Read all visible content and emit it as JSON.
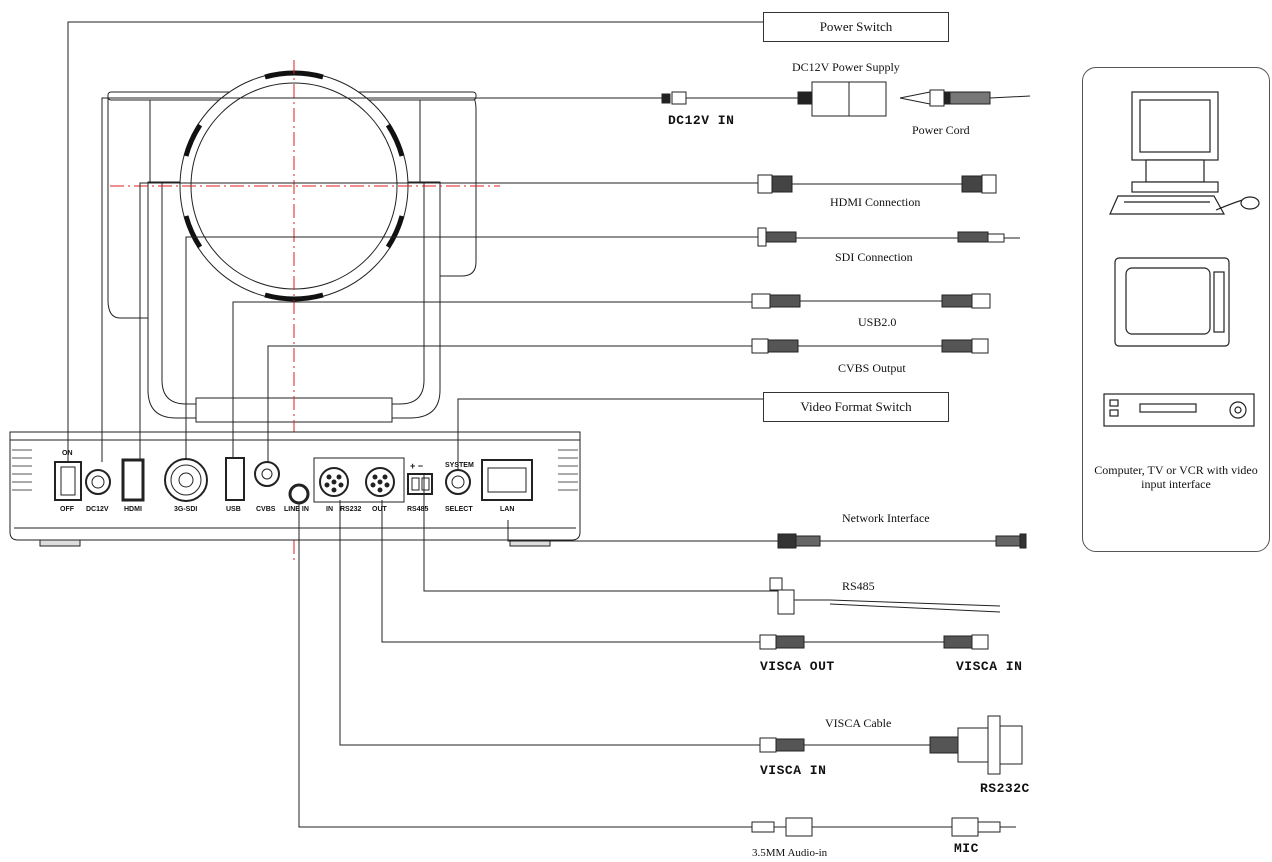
{
  "labels": {
    "power_switch": "Power Switch",
    "dc12v_supply": "DC12V Power Supply",
    "dc12v_in": "DC12V IN",
    "power_cord": "Power Cord",
    "hdmi_connection": "HDMI Connection",
    "sdi_connection": "SDI Connection",
    "usb": "USB2.0",
    "cvbs_output": "CVBS Output",
    "video_format_switch": "Video Format Switch",
    "network_interface": "Network Interface",
    "rs485": "RS485",
    "visca_out": "VISCA OUT",
    "visca_in_1": "VISCA IN",
    "visca_cable": "VISCA Cable",
    "visca_in_2": "VISCA IN",
    "rs232c": "RS232C",
    "audio_in": "3.5MM Audio-in",
    "mic": "MIC"
  },
  "ports": {
    "on": "ON",
    "off": "OFF",
    "dc12v": "DC12V",
    "hdmi": "HDMI",
    "sdi": "3G-SDI",
    "usb": "USB",
    "cvbs": "CVBS",
    "line_in": "LINE IN",
    "in": "IN",
    "rs232": "RS232",
    "out": "OUT",
    "rs485": "RS485",
    "system": "SYSTEM",
    "select": "SELECT",
    "lan": "LAN",
    "plus_minus": "+  −"
  },
  "devices": {
    "description": "Computer, TV or VCR with video input interface"
  }
}
